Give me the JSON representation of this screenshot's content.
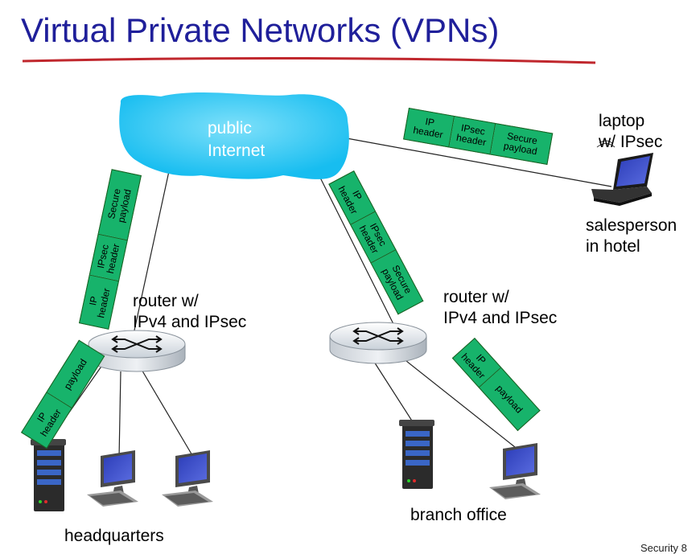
{
  "title": "Virtual Private Networks (VPNs)",
  "cloud": {
    "line1": "public",
    "line2": "Internet"
  },
  "laptop": {
    "line1": "laptop",
    "line2": "w/ IPsec"
  },
  "salesperson": {
    "line1": "salesperson",
    "line2": "in hotel"
  },
  "router_hq": {
    "line1": "router w/",
    "line2": "IPv4 and IPsec"
  },
  "router_branch": {
    "line1": "router w/",
    "line2": "IPv4 and IPsec"
  },
  "headquarters": "headquarters",
  "branch_office": "branch office",
  "footer": "Security  8",
  "packets": {
    "laptop_link": [
      "IP\nheader",
      "IPsec\nheader",
      "Secure\npayload"
    ],
    "hq_link": [
      "IP\nheader",
      "IPsec\nheader",
      "Secure\npayload"
    ],
    "branch_link": [
      "IP\nheader",
      "IPsec\nheader",
      "Secure\npayload"
    ],
    "hq_lan": [
      "IP\nheader",
      "payload"
    ],
    "branch_lan": [
      "IP\nheader",
      "payload"
    ]
  },
  "colors": {
    "title": "#1f1f9a",
    "cloud": "#29c5f0",
    "packet": "#17b36b",
    "underline": "#c0272d"
  }
}
